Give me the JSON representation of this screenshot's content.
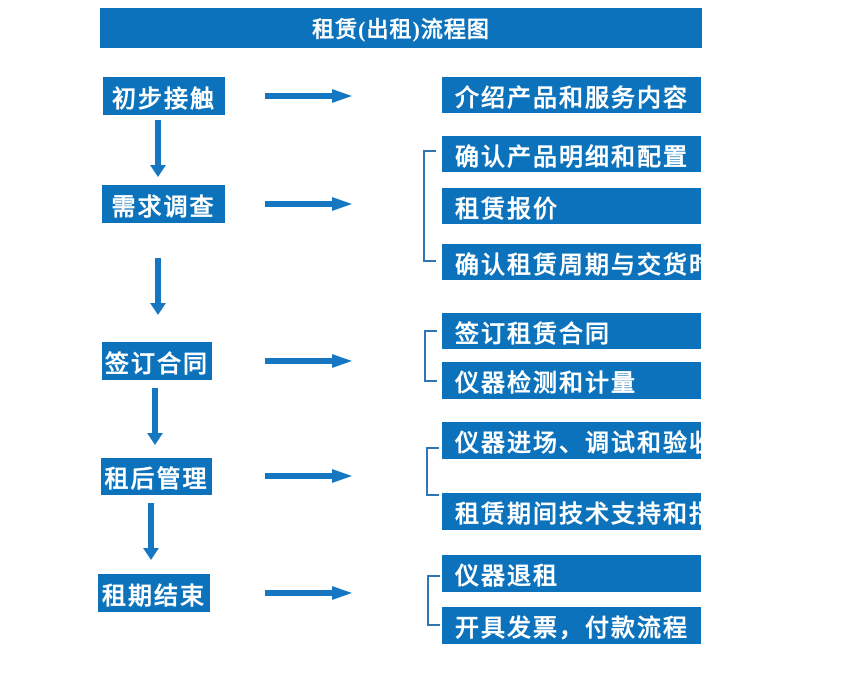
{
  "title": "租赁(出租)流程图",
  "colors": {
    "primary_blue": "#0b72bb",
    "arrow_blue": "#1576c1",
    "bracket_blue": "#2e75b6",
    "text": "#ffffff",
    "background": "#ffffff"
  },
  "steps": [
    {
      "label": "初步接触",
      "details": [
        "介绍产品和服务内容"
      ]
    },
    {
      "label": "需求调查",
      "details": [
        "确认产品明细和配置",
        "租赁报价",
        "确认租赁周期与交货时间"
      ]
    },
    {
      "label": "签订合同",
      "details": [
        "签订租赁合同",
        "仪器检测和计量"
      ]
    },
    {
      "label": "租后管理",
      "details": [
        "仪器进场、调试和验收",
        "租赁期间技术支持和指导"
      ]
    },
    {
      "label": "租期结束",
      "details": [
        "仪器退租",
        "开具发票，付款流程"
      ]
    }
  ]
}
